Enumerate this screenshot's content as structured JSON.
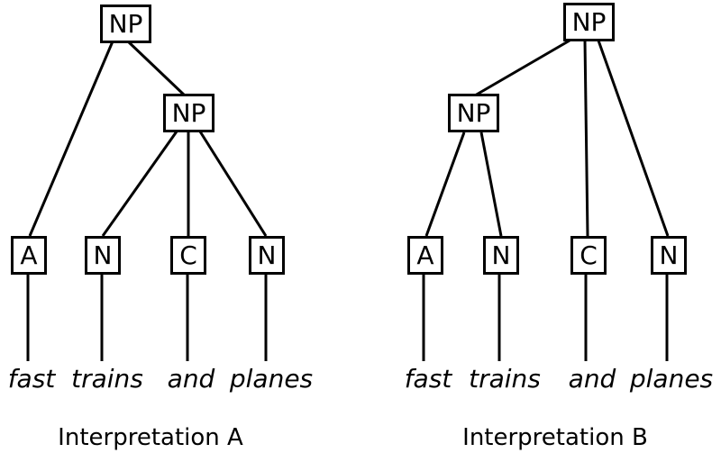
{
  "colors": {
    "line": "#000000",
    "background": "#ffffff"
  },
  "trees": {
    "a": {
      "caption": "Interpretation A",
      "root_label": "NP",
      "inner_label": "NP",
      "leaves": [
        {
          "label": "A"
        },
        {
          "label": "N"
        },
        {
          "label": "C"
        },
        {
          "label": "N"
        }
      ],
      "words": [
        "fast",
        "trains",
        "and",
        "planes"
      ],
      "structure": "[NP [A fast] [NP [N trains] [C and] [N planes]]]"
    },
    "b": {
      "caption": "Interpretation B",
      "root_label": "NP",
      "inner_label": "NP",
      "leaves": [
        {
          "label": "A"
        },
        {
          "label": "N"
        },
        {
          "label": "C"
        },
        {
          "label": "N"
        }
      ],
      "words": [
        "fast",
        "trains",
        "and",
        "planes"
      ],
      "structure": "[NP [NP [A fast] [N trains]] [C and] [N planes]]"
    }
  }
}
